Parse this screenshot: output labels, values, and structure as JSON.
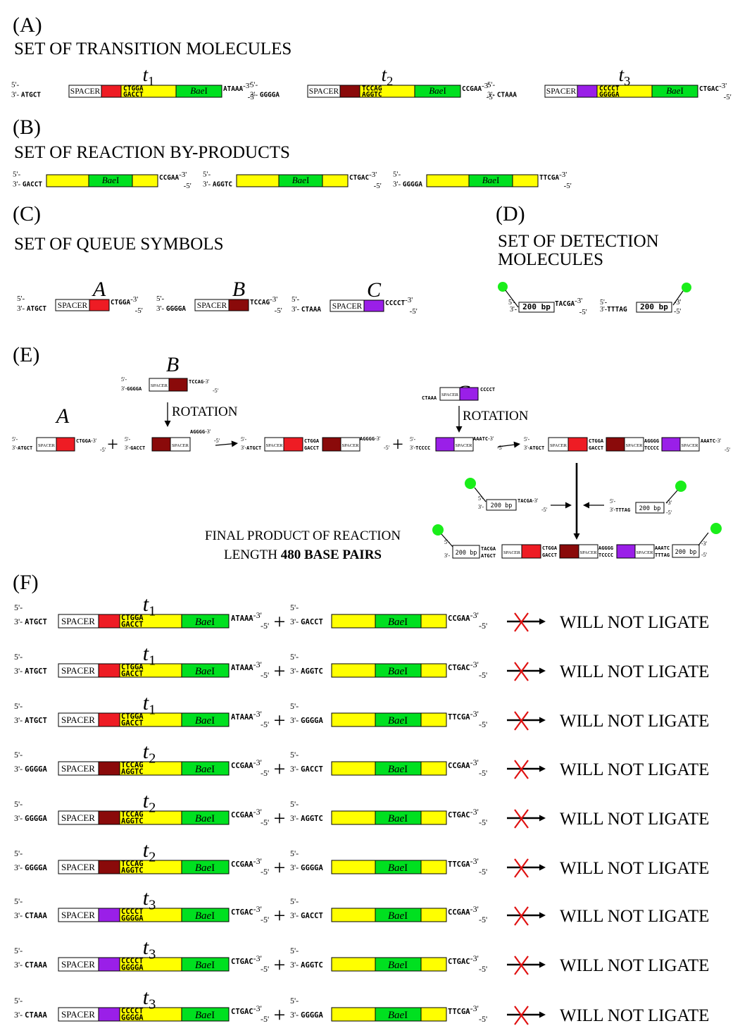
{
  "colors": {
    "red": "#ee1c24",
    "darkred": "#8a0a0a",
    "purple": "#9a1fe8",
    "yellow": "#ffff00",
    "green": "#00e020",
    "dot": "#1aee1a",
    "cross": "#e01010"
  },
  "ends": {
    "p5": "5'-",
    "p3": "3'-",
    "e3": "-3'",
    "e5": "-5'"
  },
  "common": {
    "spacer": "SPACER",
    "bae": "Bae",
    "bae_suffix": "I",
    "bp200": "200 bp",
    "plus": "+",
    "will_not_ligate": "WILL NOT LIGATE"
  },
  "A": {
    "label": "(A)",
    "title": "SET OF TRANSITION MOLECULES",
    "items": [
      {
        "sym": "t",
        "sub": "1",
        "left": "ATGCT",
        "top": "CTGGA",
        "bot": "GACCT",
        "right": "ATAAA",
        "color": "red"
      },
      {
        "sym": "t",
        "sub": "2",
        "left": "GGGGA",
        "top": "TCCAG",
        "bot": "AGGTC",
        "right": "CCGAA",
        "color": "darkred"
      },
      {
        "sym": "t",
        "sub": "3",
        "left": "CTAAA",
        "top": "CCCCT",
        "bot": "GGGGA",
        "right": "CTGAC",
        "color": "purple"
      }
    ]
  },
  "B": {
    "label": "(B)",
    "title": "SET OF REACTION BY-PRODUCTS",
    "items": [
      {
        "left": "GACCT",
        "right": "CCGAA"
      },
      {
        "left": "AGGTC",
        "right": "CTGAC"
      },
      {
        "left": "GGGGA",
        "right": "TTCGA"
      }
    ]
  },
  "C": {
    "label": "(C)",
    "title": "SET OF QUEUE SYMBOLS",
    "items": [
      {
        "sym": "A",
        "left": "ATGCT",
        "right": "CTGGA",
        "color": "red"
      },
      {
        "sym": "B",
        "left": "GGGGA",
        "right": "TCCAG",
        "color": "darkred"
      },
      {
        "sym": "C",
        "left": "CTAAA",
        "right": "CCCCT",
        "color": "purple"
      }
    ]
  },
  "D": {
    "label": "(D)",
    "title1": "SET OF DETECTION",
    "title2": "MOLECULES",
    "left_seq": "TACGA",
    "right_seq": "TTTAG"
  },
  "E": {
    "label": "(E)",
    "rotation": "ROTATION",
    "symB": "B",
    "symC": "C",
    "symA": "A",
    "b_left": "GGGGA",
    "b_right": "TCCAG",
    "c_left": "CTAAA",
    "c_right": "CCCCT",
    "a_left": "ATGCT",
    "a_right": "CTGGA",
    "rb_left": "GACCT",
    "rb_right": "AGGGG",
    "rc_left": "TCCCC",
    "rc_right": "AAATC",
    "j_ab_top": "CTGGA",
    "j_ab_bot": "GACCT",
    "j_bc_top": "AGGGG",
    "j_bc_bot": "TCCCC",
    "det_left": "TACGA",
    "det_right": "TTTAG",
    "final_left_top": "TACGA",
    "final_left_bot": "ATGCT",
    "final_right_top": "AAATC",
    "final_right_bot": "TTTAG",
    "final1": "FINAL PRODUCT OF REACTION",
    "final2_prefix": "LENGTH ",
    "final2_bold": "480 BASE PAIRS"
  },
  "F": {
    "label": "(F)",
    "rows": [
      {
        "sym": "t",
        "sub": "1",
        "left": "ATGCT",
        "top": "CTGGA",
        "bot": "GACCT",
        "right": "ATAAA",
        "color": "red",
        "bp_left": "GACCT",
        "bp_right": "CCGAA"
      },
      {
        "sym": "t",
        "sub": "1",
        "left": "ATGCT",
        "top": "CTGGA",
        "bot": "GACCT",
        "right": "ATAAA",
        "color": "red",
        "bp_left": "AGGTC",
        "bp_right": "CTGAC"
      },
      {
        "sym": "t",
        "sub": "1",
        "left": "ATGCT",
        "top": "CTGGA",
        "bot": "GACCT",
        "right": "ATAAA",
        "color": "red",
        "bp_left": "GGGGA",
        "bp_right": "TTCGA"
      },
      {
        "sym": "t",
        "sub": "2",
        "left": "GGGGA",
        "top": "TCCAG",
        "bot": "AGGTC",
        "right": "CCGAA",
        "color": "darkred",
        "bp_left": "GACCT",
        "bp_right": "CCGAA"
      },
      {
        "sym": "t",
        "sub": "2",
        "left": "GGGGA",
        "top": "TCCAG",
        "bot": "AGGTC",
        "right": "CCGAA",
        "color": "darkred",
        "bp_left": "AGGTC",
        "bp_right": "CTGAC"
      },
      {
        "sym": "t",
        "sub": "2",
        "left": "GGGGA",
        "top": "TCCAG",
        "bot": "AGGTC",
        "right": "CCGAA",
        "color": "darkred",
        "bp_left": "GGGGA",
        "bp_right": "TTCGA"
      },
      {
        "sym": "t",
        "sub": "3",
        "left": "CTAAA",
        "top": "CCCCT",
        "bot": "GGGGA",
        "right": "CTGAC",
        "color": "purple",
        "bp_left": "GACCT",
        "bp_right": "CCGAA"
      },
      {
        "sym": "t",
        "sub": "3",
        "left": "CTAAA",
        "top": "CCCCT",
        "bot": "GGGGA",
        "right": "CTGAC",
        "color": "purple",
        "bp_left": "AGGTC",
        "bp_right": "CTGAC"
      },
      {
        "sym": "t",
        "sub": "3",
        "left": "CTAAA",
        "top": "CCCCT",
        "bot": "GGGGA",
        "right": "CTGAC",
        "color": "purple",
        "bp_left": "GGGGA",
        "bp_right": "TTCGA"
      }
    ]
  }
}
